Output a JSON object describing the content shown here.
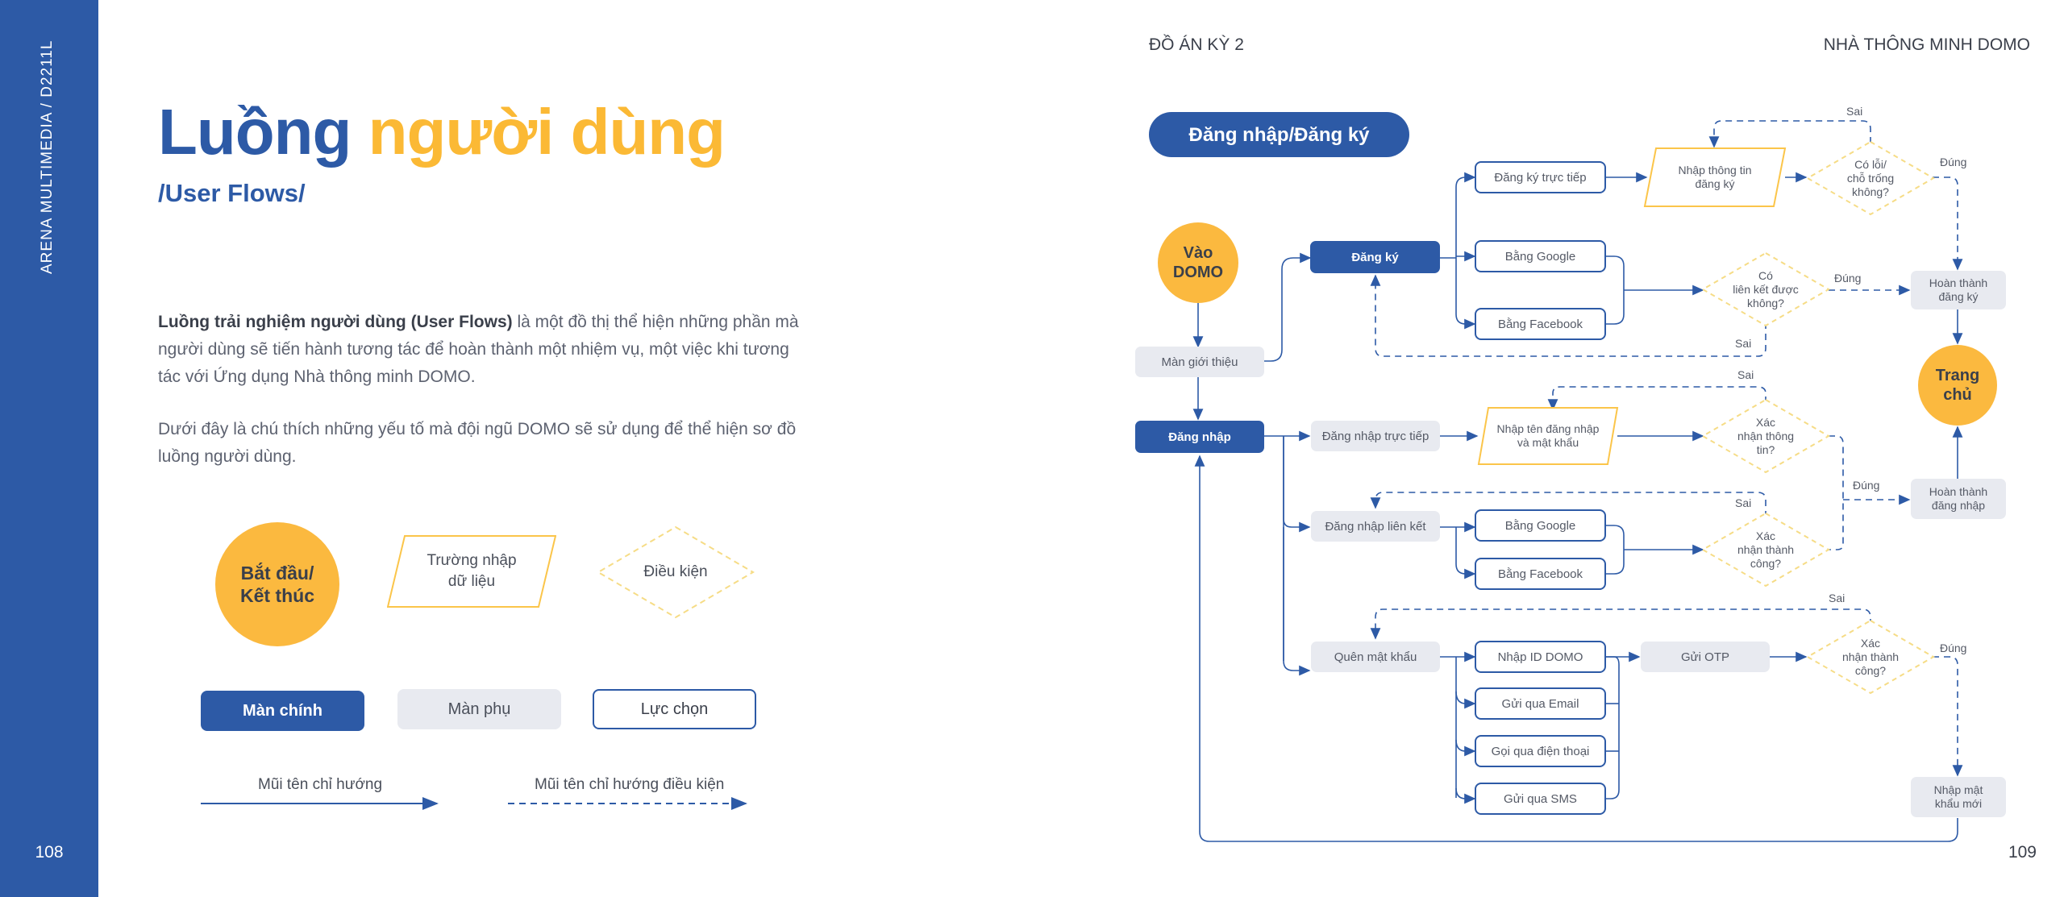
{
  "sidebar": {
    "label": "ARENA MULTIMEDIA / D2211L",
    "page_left": "108"
  },
  "header": {
    "left": "ĐỒ ÁN KỲ 2",
    "right": "NHÀ THÔNG MINH DOMO",
    "page_right": "109"
  },
  "left": {
    "title_part1": "Luồng",
    "title_part2": "người dùng",
    "subtitle": "/User Flows/",
    "para1_bold": "Luồng trải nghiệm người dùng (User Flows)",
    "para1_rest": " là một đồ thị thể hiện những phần mà người dùng sẽ tiến hành tương tác để hoàn thành một nhiệm vụ, một việc khi tương tác với Ứng dụng Nhà thông minh DOMO.",
    "para2": "Dưới đây là chú thích những yếu tố mà đội ngũ DOMO sẽ sử dụng để thể hiện sơ đồ luồng người dùng."
  },
  "legend": {
    "start_end": "Bắt đầu/\nKết thúc",
    "input": "Trường nhập\ndữ liệu",
    "condition": "Điều kiện",
    "main_screen": "Màn chính",
    "sub_screen": "Màn phụ",
    "choice": "Lực chọn",
    "arrow": "Mũi tên chỉ hướng",
    "arrow_cond": "Mũi tên chỉ hướng điều kiện"
  },
  "diagram": {
    "section_title": "Đăng nhập/Đăng ký",
    "start": "Vào\nDOMO",
    "intro": "Màn giới thiệu",
    "register": "Đăng ký",
    "login": "Đăng nhập",
    "reg_direct": "Đăng ký trực tiếp",
    "reg_google": "Bằng Google",
    "reg_facebook": "Bằng Facebook",
    "reg_input": "Nhập thông tin\nđăng ký",
    "cond_errors": "Có lỗi/\nchỗ trống\nkhông?",
    "cond_link": "Có\nliên kết được\nkhông?",
    "reg_done": "Hoàn thành\nđăng ký",
    "home": "Trang\nchủ",
    "login_direct": "Đăng nhập trực tiếp",
    "login_input": "Nhập tên đăng nhập\nvà mật khẩu",
    "cond_verify_info": "Xác\nnhận thông\ntin?",
    "login_done": "Hoàn thành\nđăng nhập",
    "login_linked": "Đăng nhập liên kết",
    "login_google": "Bằng Google",
    "login_facebook": "Bằng Facebook",
    "cond_verify_link": "Xác\nnhận thành\ncông?",
    "forgot": "Quên mật khẩu",
    "enter_id": "Nhập ID DOMO",
    "via_email": "Gửi qua Email",
    "via_phone": "Gọi qua điện thoại",
    "via_sms": "Gửi qua SMS",
    "send_otp": "Gửi OTP",
    "cond_verify_otp": "Xác\nnhận thành\ncông?",
    "new_password": "Nhập mật\nkhẩu mới",
    "label_wrong": "Sai",
    "label_right": "Đúng"
  },
  "colors": {
    "primary": "#2d5aa6",
    "accent": "#fbb935",
    "sub": "#e8eaf0",
    "cond": "#f6dc86"
  }
}
